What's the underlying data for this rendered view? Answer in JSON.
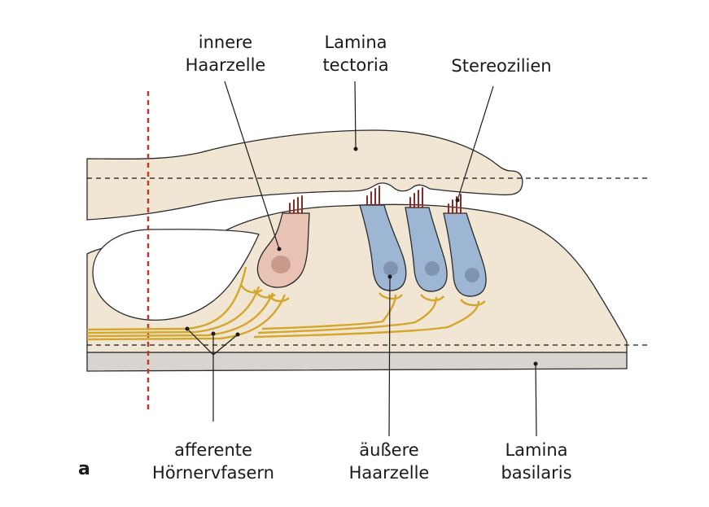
{
  "labels": {
    "inner_hair_cell": [
      "innere",
      "Haarzelle"
    ],
    "tectorial_membrane": [
      "Lamina",
      "tectoria"
    ],
    "stereocilia": [
      "Stereozilien"
    ],
    "afferent_fibers": [
      "afferente",
      "Hörnervfasern"
    ],
    "outer_hair_cell": [
      "äußere",
      "Haarzelle"
    ],
    "basilar_membrane": [
      "Lamina",
      "basilaris"
    ]
  },
  "panel_letter": "a",
  "colors": {
    "tissue": "#f0e6d3",
    "basilar": "#d8d4cf",
    "inner_cell": "#e8c2b3",
    "inner_nucleus": "#c99a8c",
    "outer_cell": "#9db6d4",
    "outer_nucleus": "#7f93b3",
    "nerve": "#d4a72c",
    "cilia": "#8b2a26",
    "axis_line": "#c0392b",
    "outline": "#2a2a2a"
  }
}
